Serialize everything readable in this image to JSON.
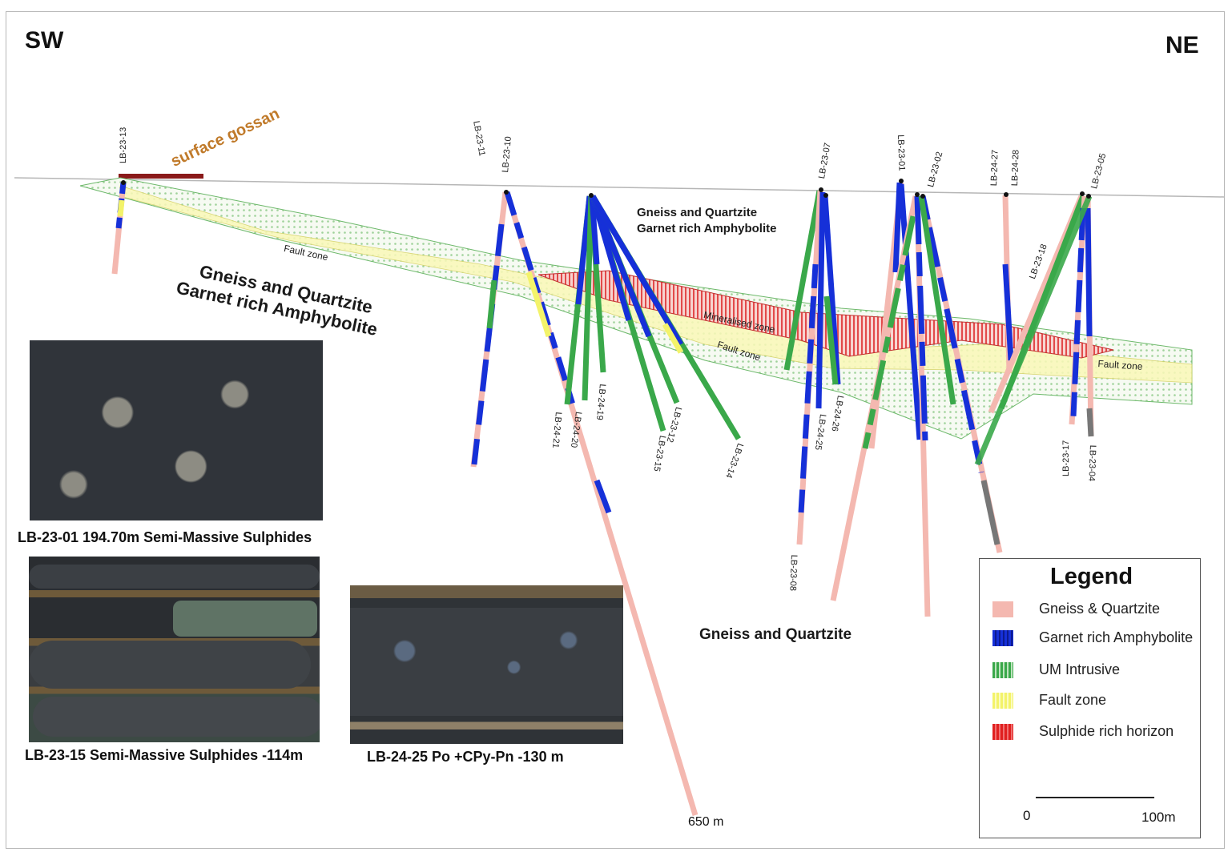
{
  "directions": {
    "left": "SW",
    "right": "NE"
  },
  "surface_label": "surface gossan",
  "rock_labels": {
    "upper_right_line1": "Gneiss and Quartzite",
    "upper_right_line2": "Garnet rich Amphybolite",
    "left_line1": "Gneiss and Quartzite",
    "left_line2": "Garnet rich Amphybolite",
    "lower": "Gneiss and Quartzite"
  },
  "zones": {
    "fault_left": "Fault zone",
    "mineralised": "Mineralised zone",
    "fault_mid": "Fault zone",
    "fault_right": "Fault zone"
  },
  "drill_holes": [
    "LB-23-13",
    "LB-23-11",
    "LB-23-10",
    "LB-23-07",
    "LB-23-01",
    "LB-23-02",
    "LB-24-27",
    "LB-24-28",
    "LB-23-05",
    "LB-23-18",
    "LB-24-21",
    "LB-24-20",
    "LB-24-19",
    "LB-23-15",
    "LB-23-12",
    "LB-23-14",
    "LB-24-25",
    "LB-24-26",
    "LB-23-08",
    "LB-23-17",
    "LB-23-04"
  ],
  "depth_label": "650 m",
  "photos": [
    {
      "caption": "LB-23-01 194.70m Semi-Massive Sulphides"
    },
    {
      "caption": "LB-23-15 Semi-Massive Sulphides -114m"
    },
    {
      "caption": "LB-24-25 Po +CPy-Pn -130 m"
    }
  ],
  "legend": {
    "title": "Legend",
    "items": [
      {
        "label": "Gneiss & Quartzite",
        "color": "#f4b8b0"
      },
      {
        "label": "Garnet rich Amphybolite",
        "color": "#1630d8"
      },
      {
        "label": "UM Intrusive",
        "color": "#3aa84a"
      },
      {
        "label": "Fault zone",
        "color": "#f3f36a"
      },
      {
        "label": "Sulphide rich horizon",
        "color": "#e02020"
      }
    ],
    "scale_start": "0",
    "scale_end": "100m"
  }
}
